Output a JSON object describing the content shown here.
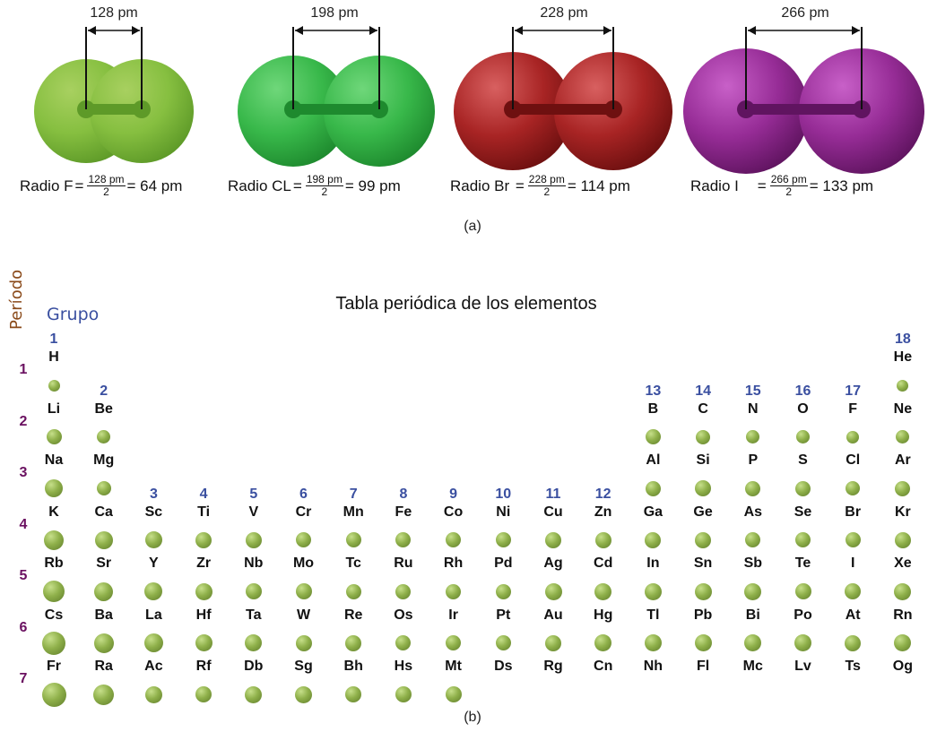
{
  "panel_a": {
    "molecules": [
      {
        "bond_label": "128 pm",
        "radius_label": "Radio F",
        "frac_num": "128 pm",
        "frac_den": "2",
        "result": "= 64 pm",
        "color_light": "#a8d060",
        "color_mid": "#86bf40",
        "color_dark": "#5e9a28"
      },
      {
        "bond_label": "198 pm",
        "radius_label": "Radio CL",
        "frac_num": "198 pm",
        "frac_den": "2",
        "result": "= 99 pm",
        "color_light": "#6fd77a",
        "color_mid": "#38b84a",
        "color_dark": "#1e8a2e"
      },
      {
        "bond_label": "228 pm",
        "radius_label": "Radio Br",
        "frac_num": "228 pm",
        "frac_den": "2",
        "result": "= 114 pm",
        "color_light": "#d86060",
        "color_mid": "#a82424",
        "color_dark": "#6e1010"
      },
      {
        "bond_label": "266 pm",
        "radius_label": "Radio I",
        "frac_num": "266 pm",
        "frac_den": "2",
        "result": "= 133 pm",
        "color_light": "#c860c8",
        "color_mid": "#962c96",
        "color_dark": "#601460"
      }
    ],
    "caption": "(a)"
  },
  "panel_b": {
    "title": "Tabla periódica de los elementos",
    "period_axis_label": "Período",
    "group_axis_label": "Grupo",
    "caption": "(b)",
    "groups": [
      "1",
      "2",
      "3",
      "4",
      "5",
      "6",
      "7",
      "8",
      "9",
      "10",
      "11",
      "12",
      "13",
      "14",
      "15",
      "16",
      "17",
      "18"
    ],
    "periods": [
      "1",
      "2",
      "3",
      "4",
      "5",
      "6",
      "7"
    ],
    "elements": [
      {
        "s": "H",
        "g": 1,
        "p": 1,
        "r": 0.2
      },
      {
        "s": "He",
        "g": 18,
        "p": 1,
        "r": 0.2
      },
      {
        "s": "Li",
        "g": 1,
        "p": 2,
        "r": 0.37
      },
      {
        "s": "Be",
        "g": 2,
        "p": 2,
        "r": 0.28
      },
      {
        "s": "B",
        "g": 13,
        "p": 2,
        "r": 0.37
      },
      {
        "s": "C",
        "g": 14,
        "p": 2,
        "r": 0.35
      },
      {
        "s": "N",
        "g": 15,
        "p": 2,
        "r": 0.3
      },
      {
        "s": "O",
        "g": 16,
        "p": 2,
        "r": 0.28
      },
      {
        "s": "F",
        "g": 17,
        "p": 2,
        "r": 0.26
      },
      {
        "s": "Ne",
        "g": 18,
        "p": 2,
        "r": 0.28
      },
      {
        "s": "Na",
        "g": 1,
        "p": 3,
        "r": 0.5
      },
      {
        "s": "Mg",
        "g": 2,
        "p": 3,
        "r": 0.33
      },
      {
        "s": "Al",
        "g": 13,
        "p": 3,
        "r": 0.39
      },
      {
        "s": "Si",
        "g": 14,
        "p": 3,
        "r": 0.42
      },
      {
        "s": "P",
        "g": 15,
        "p": 3,
        "r": 0.39
      },
      {
        "s": "S",
        "g": 16,
        "p": 3,
        "r": 0.37
      },
      {
        "s": "Cl",
        "g": 17,
        "p": 3,
        "r": 0.35
      },
      {
        "s": "Ar",
        "g": 18,
        "p": 3,
        "r": 0.39
      },
      {
        "s": "K",
        "g": 1,
        "p": 4,
        "r": 0.58
      },
      {
        "s": "Ca",
        "g": 2,
        "p": 4,
        "r": 0.5
      },
      {
        "s": "Sc",
        "g": 3,
        "p": 4,
        "r": 0.47
      },
      {
        "s": "Ti",
        "g": 4,
        "p": 4,
        "r": 0.42
      },
      {
        "s": "V",
        "g": 5,
        "p": 4,
        "r": 0.42
      },
      {
        "s": "Cr",
        "g": 6,
        "p": 4,
        "r": 0.39
      },
      {
        "s": "Mn",
        "g": 7,
        "p": 4,
        "r": 0.39
      },
      {
        "s": "Fe",
        "g": 8,
        "p": 4,
        "r": 0.37
      },
      {
        "s": "Co",
        "g": 9,
        "p": 4,
        "r": 0.37
      },
      {
        "s": "Ni",
        "g": 10,
        "p": 4,
        "r": 0.37
      },
      {
        "s": "Cu",
        "g": 11,
        "p": 4,
        "r": 0.42
      },
      {
        "s": "Zn",
        "g": 12,
        "p": 4,
        "r": 0.42
      },
      {
        "s": "Ga",
        "g": 13,
        "p": 4,
        "r": 0.42
      },
      {
        "s": "Ge",
        "g": 14,
        "p": 4,
        "r": 0.42
      },
      {
        "s": "As",
        "g": 15,
        "p": 4,
        "r": 0.37
      },
      {
        "s": "Se",
        "g": 16,
        "p": 4,
        "r": 0.37
      },
      {
        "s": "Br",
        "g": 17,
        "p": 4,
        "r": 0.37
      },
      {
        "s": "Kr",
        "g": 18,
        "p": 4,
        "r": 0.42
      },
      {
        "s": "Rb",
        "g": 1,
        "p": 5,
        "r": 0.65
      },
      {
        "s": "Sr",
        "g": 2,
        "p": 5,
        "r": 0.55
      },
      {
        "s": "Y",
        "g": 3,
        "p": 5,
        "r": 0.52
      },
      {
        "s": "Zr",
        "g": 4,
        "p": 5,
        "r": 0.45
      },
      {
        "s": "Nb",
        "g": 5,
        "p": 5,
        "r": 0.42
      },
      {
        "s": "Mo",
        "g": 6,
        "p": 5,
        "r": 0.42
      },
      {
        "s": "Tc",
        "g": 7,
        "p": 5,
        "r": 0.39
      },
      {
        "s": "Ru",
        "g": 8,
        "p": 5,
        "r": 0.39
      },
      {
        "s": "Rh",
        "g": 9,
        "p": 5,
        "r": 0.39
      },
      {
        "s": "Pd",
        "g": 10,
        "p": 5,
        "r": 0.37
      },
      {
        "s": "Ag",
        "g": 11,
        "p": 5,
        "r": 0.45
      },
      {
        "s": "Cd",
        "g": 12,
        "p": 5,
        "r": 0.45
      },
      {
        "s": "In",
        "g": 13,
        "p": 5,
        "r": 0.47
      },
      {
        "s": "Sn",
        "g": 14,
        "p": 5,
        "r": 0.45
      },
      {
        "s": "Sb",
        "g": 15,
        "p": 5,
        "r": 0.45
      },
      {
        "s": "Te",
        "g": 16,
        "p": 5,
        "r": 0.42
      },
      {
        "s": "I",
        "g": 17,
        "p": 5,
        "r": 0.42
      },
      {
        "s": "Xe",
        "g": 18,
        "p": 5,
        "r": 0.45
      },
      {
        "s": "Cs",
        "g": 1,
        "p": 6,
        "r": 0.75
      },
      {
        "s": "Ba",
        "g": 2,
        "p": 6,
        "r": 0.6
      },
      {
        "s": "La",
        "g": 3,
        "p": 6,
        "r": 0.55
      },
      {
        "s": "Hf",
        "g": 4,
        "p": 6,
        "r": 0.47
      },
      {
        "s": "Ta",
        "g": 5,
        "p": 6,
        "r": 0.45
      },
      {
        "s": "W",
        "g": 6,
        "p": 6,
        "r": 0.42
      },
      {
        "s": "Re",
        "g": 7,
        "p": 6,
        "r": 0.42
      },
      {
        "s": "Os",
        "g": 8,
        "p": 6,
        "r": 0.39
      },
      {
        "s": "Ir",
        "g": 9,
        "p": 6,
        "r": 0.39
      },
      {
        "s": "Pt",
        "g": 10,
        "p": 6,
        "r": 0.39
      },
      {
        "s": "Au",
        "g": 11,
        "p": 6,
        "r": 0.42
      },
      {
        "s": "Hg",
        "g": 12,
        "p": 6,
        "r": 0.45
      },
      {
        "s": "Tl",
        "g": 13,
        "p": 6,
        "r": 0.47
      },
      {
        "s": "Pb",
        "g": 14,
        "p": 6,
        "r": 0.47
      },
      {
        "s": "Bi",
        "g": 15,
        "p": 6,
        "r": 0.45
      },
      {
        "s": "Po",
        "g": 16,
        "p": 6,
        "r": 0.45
      },
      {
        "s": "At",
        "g": 17,
        "p": 6,
        "r": 0.42
      },
      {
        "s": "Rn",
        "g": 18,
        "p": 6,
        "r": 0.47
      },
      {
        "s": "Fr",
        "g": 1,
        "p": 7,
        "r": 0.78
      },
      {
        "s": "Ra",
        "g": 2,
        "p": 7,
        "r": 0.62
      },
      {
        "s": "Ac",
        "g": 3,
        "p": 7,
        "r": 0.45
      },
      {
        "s": "Rf",
        "g": 4,
        "p": 7,
        "r": 0.42
      },
      {
        "s": "Db",
        "g": 5,
        "p": 7,
        "r": 0.45
      },
      {
        "s": "Sg",
        "g": 6,
        "p": 7,
        "r": 0.45
      },
      {
        "s": "Bh",
        "g": 7,
        "p": 7,
        "r": 0.42
      },
      {
        "s": "Hs",
        "g": 8,
        "p": 7,
        "r": 0.42
      },
      {
        "s": "Mt",
        "g": 9,
        "p": 7,
        "r": 0.42
      },
      {
        "s": "Ds",
        "g": 10,
        "p": 7,
        "r": 0
      },
      {
        "s": "Rg",
        "g": 11,
        "p": 7,
        "r": 0
      },
      {
        "s": "Cn",
        "g": 12,
        "p": 7,
        "r": 0
      },
      {
        "s": "Nh",
        "g": 13,
        "p": 7,
        "r": 0
      },
      {
        "s": "Fl",
        "g": 14,
        "p": 7,
        "r": 0
      },
      {
        "s": "Mc",
        "g": 15,
        "p": 7,
        "r": 0
      },
      {
        "s": "Lv",
        "g": 16,
        "p": 7,
        "r": 0
      },
      {
        "s": "Ts",
        "g": 17,
        "p": 7,
        "r": 0
      },
      {
        "s": "Og",
        "g": 18,
        "p": 7,
        "r": 0
      }
    ]
  }
}
